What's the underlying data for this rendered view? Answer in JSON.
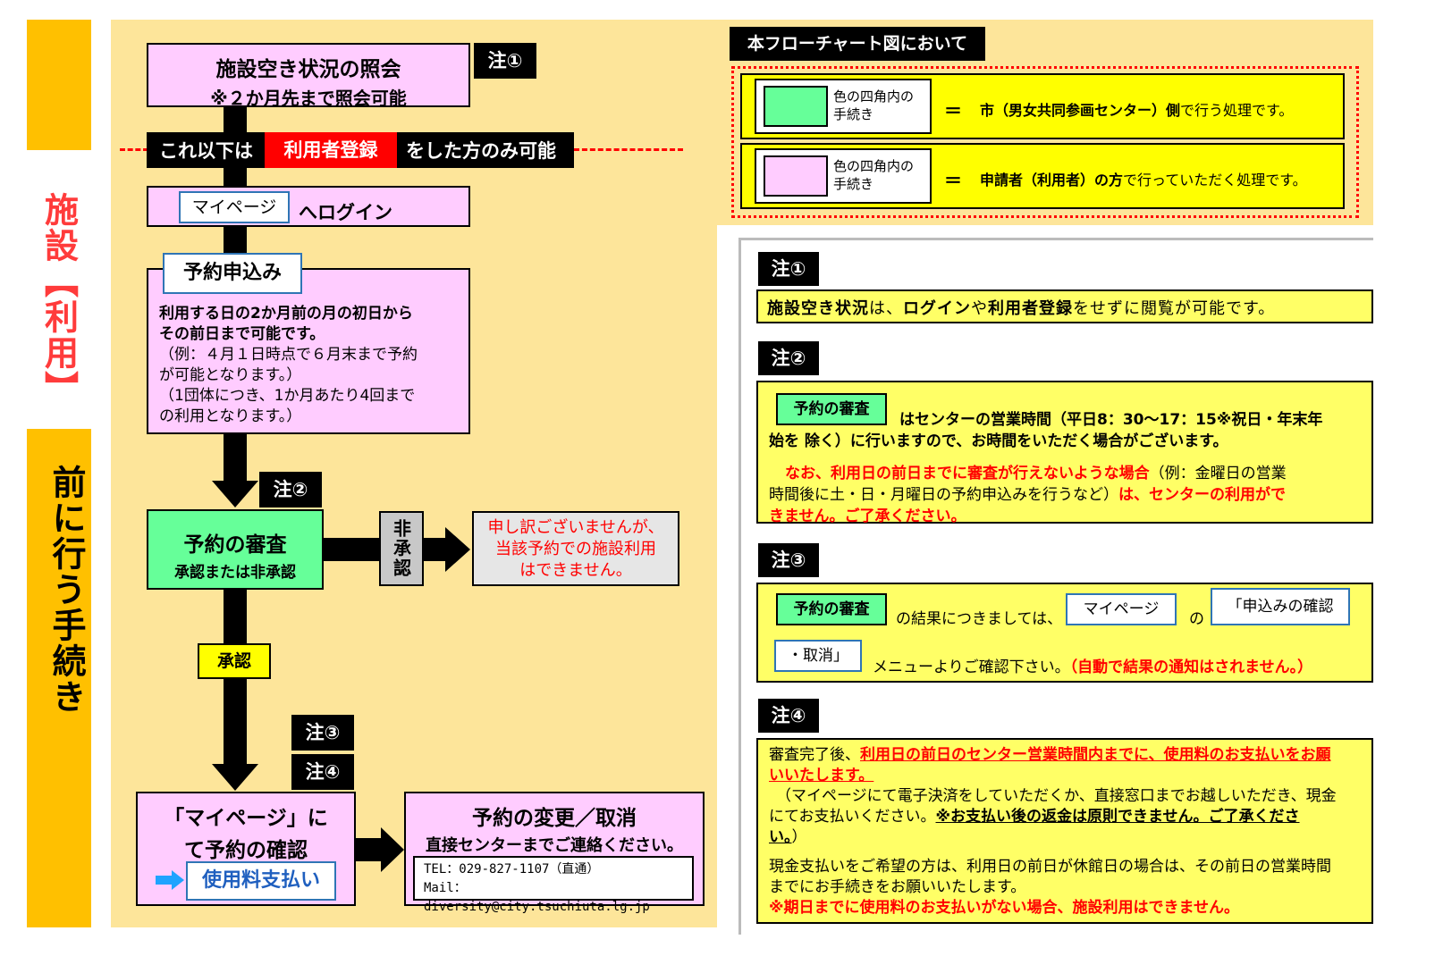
{
  "sidebar": {
    "top_label": "施設【利用】",
    "bottom_label": "前に行う手続き"
  },
  "flow": {
    "step1_title": "施設空き状況の照会",
    "step1_sub": "※２か月先まで照会可能",
    "note1_tag": "注①",
    "divider_left": "これ以下は",
    "divider_highlight": "利用者登録",
    "divider_right": "をした方のみ可能",
    "login_mypage": "マイページ",
    "login_text": "へログイン",
    "apply_title": "予約申込み",
    "apply_line1": "利用する日の2か月前の月の初日から",
    "apply_line2": "その前日まで可能です。",
    "apply_line3": "（例：４月１日時点で６月末まで予約",
    "apply_line4": "が可能となります。）",
    "apply_line5": "（1団体につき、1か月あたり4回まで",
    "apply_line6": "の利用となります。）",
    "note2_tag": "注②",
    "review_title": "予約の審査",
    "review_sub": "承認または非承認",
    "reject_label": "非承認",
    "reject_msg1": "申し訳ございませんが、",
    "reject_msg2": "当該予約での施設利用",
    "reject_msg3": "はできません。",
    "approve_label": "承認",
    "note3_tag": "注③",
    "note4_tag": "注④",
    "confirm_line1": "「マイページ」に",
    "confirm_line2": "て予約の確認",
    "pay_button": "使用料支払い",
    "change_title": "予約の変更／取消",
    "change_sub": "直接センターまでご連絡ください。",
    "contact_tel": "TEL：029-827-1107（直通）",
    "contact_mail": "Mail：diversity@city.tsuchiuta.lg.jp"
  },
  "legend": {
    "title": "本フローチャート図において",
    "swatch_text1": "色の四角内の",
    "swatch_text2": "手続き",
    "eq": "＝",
    "row1_bold": "市（男女共同参画センター）側",
    "row1_rest": "で行う処理です。",
    "row2_bold": "申請者（利用者）の方",
    "row2_rest": "で行っていただく処理です。",
    "green": "#66ff99",
    "pink": "#ffccff"
  },
  "notes": {
    "n1_tag": "注①",
    "n1_bold1": "施設空き状況",
    "n1_mid": "は、",
    "n1_bold2": "ログイン",
    "n1_mid2": "や",
    "n1_bold3": "利用者登録",
    "n1_rest": "をせずに閲覧が可能です。",
    "n2_tag": "注②",
    "n2_badge": "予約の審査",
    "n2_text1": "はセンターの営業時間（平日8：30〜17：15※祝日・年末年",
    "n2_text2": "始を 除く）に行いますので、お時間をいただく場合がございます。",
    "n2_red1": "なお、利用日の前日までに審査が行えないような場合",
    "n2_black1": "（例：金曜日の営業",
    "n2_black2": "時間後に土・日・月曜日の予約申込みを行うなど）",
    "n2_red2": "は、センターの利用がで",
    "n2_red3": "きません。ご了承ください。",
    "n3_tag": "注③",
    "n3_badge": "予約の審査",
    "n3_text1": "の結果につきましては、",
    "n3_mypage": "マイページ",
    "n3_no": "の",
    "n3_menu1": "「申込みの確認",
    "n3_menu2": "・取消」",
    "n3_text2": "メニューよりご確認下さい。",
    "n3_red": "（自動で結果の通知はされません。）",
    "n4_tag": "注④",
    "n4_text1": "審査完了後、",
    "n4_red1": "利用日の前日のセンター営業時間内までに、使用料のお支払いをお願",
    "n4_red2": "いいたします。",
    "n4_text2": "（マイページにて電子決済をしていただくか、直接窓口までお越しいただき、現金",
    "n4_text3": "にてお支払いください。",
    "n4_bold1": "※お支払い後の返金は原則できません。ご了承くださ",
    "n4_bold2": "い。",
    "n4_text4": "）",
    "n4_text5": "現金支払いをご希望の方は、利用日の前日が休館日の場合は、その前日の営業時間",
    "n4_text6": "までにお手続きをお願いいたします。",
    "n4_red3": "※期日までに使用料のお支払いがない場合、施設利用はできません。"
  }
}
